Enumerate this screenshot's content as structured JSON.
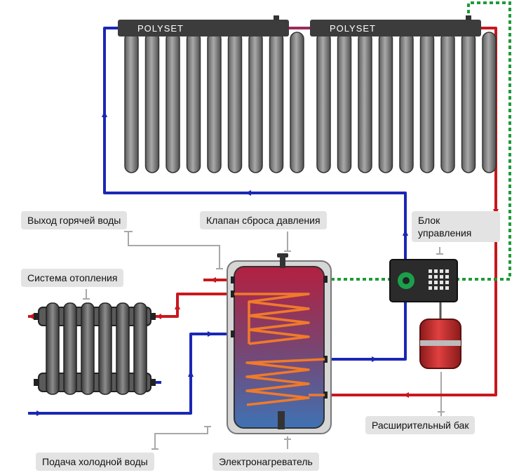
{
  "collectors": [
    {
      "brand": "POLYSET"
    },
    {
      "brand": "POLYSET"
    }
  ],
  "labels": {
    "hot_water_out": "Выход горячей воды",
    "pressure_valve": "Клапан сброса давления",
    "control_unit": "Блок управления",
    "heating_system": "Система отопления",
    "expansion_tank": "Расширительный бак",
    "cold_water_in": "Подача холодной воды",
    "electric_heater": "Электронагреватель"
  },
  "colors": {
    "hot_pipe": "#c8181e",
    "cold_pipe": "#1a27b4",
    "signal_wire": "#1f9a3a",
    "tube": "#8a8a8a",
    "header": "#3c3c3c",
    "coil": "#f07a2a",
    "tank_top": "#b32040",
    "tank_bottom": "#3f72b4",
    "callout_bg": "#e3e3e3"
  }
}
